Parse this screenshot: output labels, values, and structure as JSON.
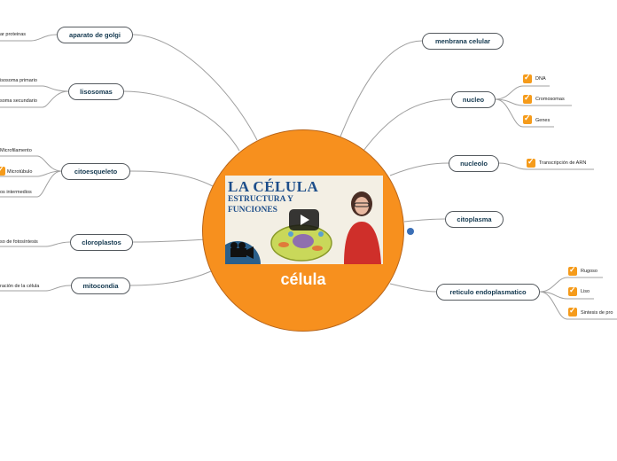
{
  "central": {
    "title": "célula"
  },
  "video": {
    "line1": "LA CÉLULA",
    "line2": "ESTRUCTURA Y",
    "line3": "FUNCIONES"
  },
  "branches": {
    "aparato_de_golgi": {
      "label": "aparato de golgi",
      "leaves": [
        "ar proteinas"
      ]
    },
    "lisosomas": {
      "label": "lisosomas",
      "leaves": [
        "isosoma primario",
        "soma secundario"
      ]
    },
    "citoesqueleto": {
      "label": "citoesqueleto",
      "leaves": [
        "Microfilamento",
        "Microtúbulo",
        "os intermedios"
      ]
    },
    "cloroplastos": {
      "label": "cloroplastos",
      "leaves": [
        "so de fotosíntesis"
      ]
    },
    "mitocondia": {
      "label": "mitocondia",
      "leaves": [
        "ración de la célula"
      ]
    },
    "membrana_celular": {
      "label": "menbrana celular",
      "leaves": []
    },
    "nucleo": {
      "label": "nucleo",
      "leaves": [
        "DNA",
        "Cromosomas",
        "Genes"
      ]
    },
    "nucleolo": {
      "label": "nucleolo",
      "leaves": [
        "Transcripción de ARN"
      ]
    },
    "citoplasma": {
      "label": "citoplasma",
      "leaves": []
    },
    "reticulo": {
      "label": "reticulo endoplasmatico",
      "leaves": [
        "Rugoso",
        "Liso",
        "Sintesis de pro"
      ]
    }
  },
  "colors": {
    "central": "#f7901e",
    "check": "#f59b1b",
    "node_text": "#13384f",
    "link": "#9a9a9a"
  },
  "icons": {
    "check": "check-icon",
    "video_play": "play-icon",
    "camera": "video-camera-icon"
  }
}
